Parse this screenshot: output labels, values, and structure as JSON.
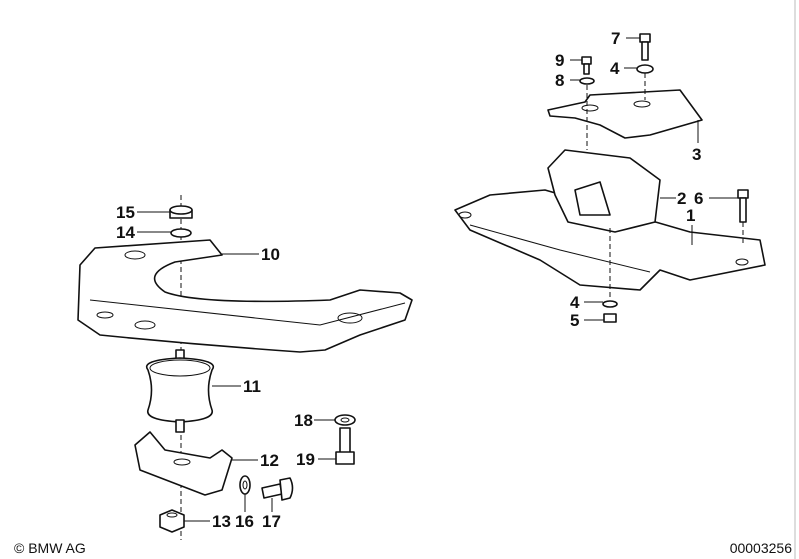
{
  "callouts": {
    "c7": "7",
    "c9": "9",
    "c4a": "4",
    "c8": "8",
    "c3": "3",
    "c2": "2",
    "c6": "6",
    "c1": "1",
    "c4b": "4",
    "c5": "5",
    "c15": "15",
    "c14": "14",
    "c10": "10",
    "c11": "11",
    "c12": "12",
    "c13": "13",
    "c16": "16",
    "c17": "17",
    "c18": "18",
    "c19": "19"
  },
  "footer": {
    "copyright": "© BMW AG",
    "diagram_number": "00003256"
  }
}
